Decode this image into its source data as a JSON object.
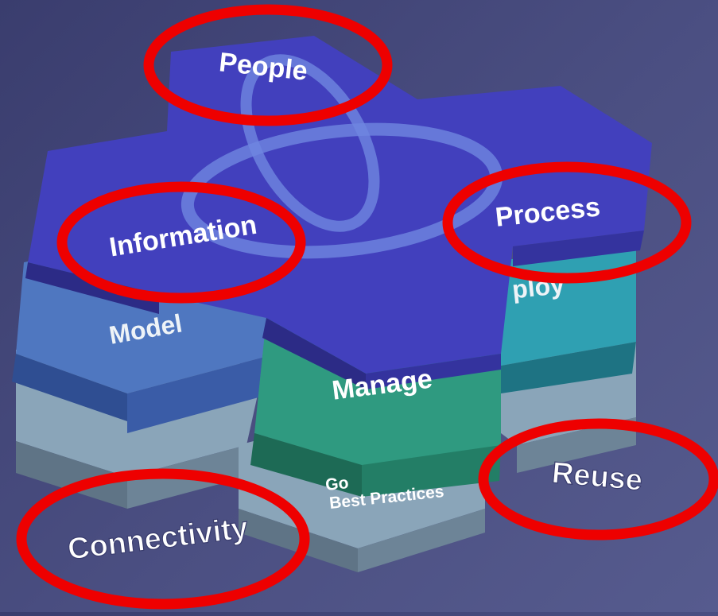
{
  "hexagons": {
    "people": "People",
    "information": "Information",
    "process": "Process",
    "model": "Model",
    "deploy_partial": "ploy",
    "manage": "Manage",
    "governance_partial": "Go",
    "best_practices": "Best Practices"
  },
  "outside_labels": {
    "connectivity": "Connectivity",
    "reuse": "Reuse"
  },
  "colors": {
    "top_layer": "#4240bd",
    "model": "#4767b2",
    "manage": "#2f9a80",
    "deploy": "#2f98a8",
    "base": "#7d98ad",
    "highlight_circle": "#ee0000"
  }
}
